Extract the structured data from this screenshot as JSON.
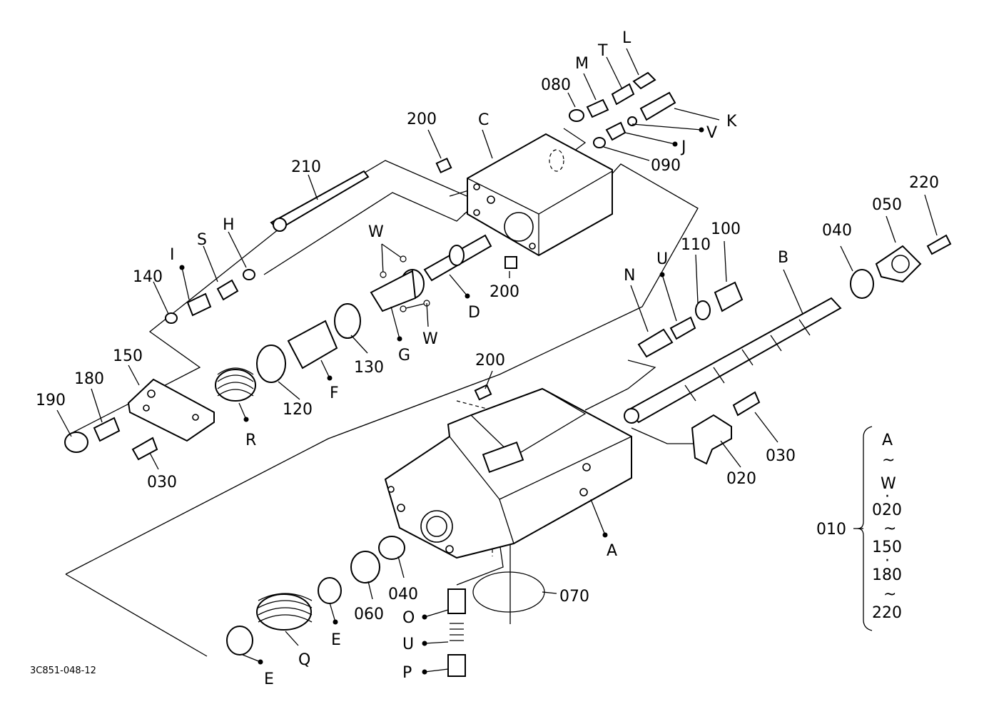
{
  "diagram_code": "3C851-048-12",
  "callouts": {
    "l_L": "L",
    "l_M": "M",
    "l_T": "T",
    "l_080": "080",
    "l_K": "K",
    "l_V": "V",
    "l_J": "J",
    "l_090": "090",
    "l_200a": "200",
    "l_C": "C",
    "l_210": "210",
    "l_H": "H",
    "l_S": "S",
    "l_I": "I",
    "l_140": "140",
    "l_Wa": "W",
    "l_Wb": "W",
    "l_D": "D",
    "l_G": "G",
    "l_200b": "200",
    "l_130": "130",
    "l_F": "F",
    "l_120": "120",
    "l_R": "R",
    "l_150": "150",
    "l_180": "180",
    "l_190": "190",
    "l_030a": "030",
    "l_100": "100",
    "l_110": "110",
    "l_U1": "U",
    "l_N": "N",
    "l_B": "B",
    "l_040a": "040",
    "l_050": "050",
    "l_220": "220",
    "l_200c": "200",
    "l_030b": "030",
    "l_020": "020",
    "l_A": "A",
    "l_040b": "040",
    "l_060": "060",
    "l_070": "070",
    "l_E1": "E",
    "l_E2": "E",
    "l_Q": "Q",
    "l_O": "O",
    "l_U2": "U",
    "l_P": "P"
  },
  "assembly": {
    "number": "010",
    "range": [
      "A",
      "~",
      "W",
      "·",
      "020",
      "~",
      "150",
      "·",
      "180",
      "~",
      "220"
    ]
  }
}
